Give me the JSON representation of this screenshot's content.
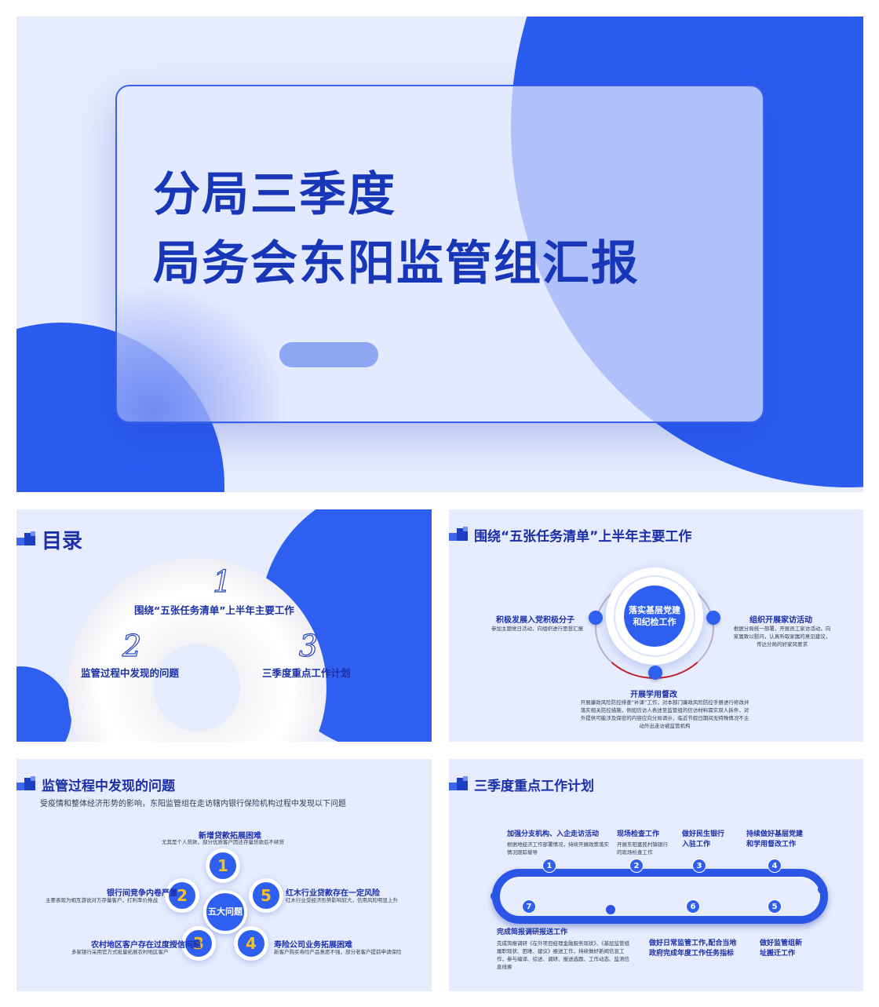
{
  "slide1": {
    "title_line1": "分局三季度",
    "title_line2": "局务会东阳监管组汇报"
  },
  "toc": {
    "header": "目录",
    "items": [
      {
        "num": "1",
        "label": "围绕“五张任务清单”上半年主要工作"
      },
      {
        "num": "2",
        "label": "监管过程中发现的问题"
      },
      {
        "num": "3",
        "label": "三季度重点工作计划"
      }
    ]
  },
  "work": {
    "header": "围绕“五张任务清单”上半年主要工作",
    "center": "落实基层党建和纪检工作",
    "left_title": "积极发展入党积极分子",
    "left_body": "参加主题党日活动，向组织进行思想汇报",
    "right_title": "组织开展家访活动",
    "right_body": "根据分局统一部署，开展员工家访活动，向家属致以慰问，认真听取家属的意见建议，传达分局的好家风要求",
    "bottom_title": "开展学用督改",
    "bottom_body": "开展廉政风险防控排查“补课”工作，对本部门廉政风险防控手册进行修改并落实相关防控措施，例如信访人表述至监管组的信访材料需实双人拆件，对外提供可能涉及保密的内容应向分局请示，临近节假日期间无特殊情况不主动外出走访被监管机构"
  },
  "problems": {
    "header": "监管过程中发现的问题",
    "subtitle": "受疫情和整体经济形势的影响，东阳监管组在走访辖内银行保险机构过程中发现以下问题",
    "center": "五大问题",
    "items": [
      {
        "num": "1",
        "title": "新增贷款拓展困难",
        "body": "尤其是个人贷款，部分优质客户因还存量贷款后不续贷"
      },
      {
        "num": "2",
        "title": "银行间竞争内卷严重",
        "body": "主要表现为相互游说对方存量客户，打利率价格战"
      },
      {
        "num": "3",
        "title": "农村地区客户存在过度授信问题",
        "body": "多家银行采用官方式批量拓展农村地区客户"
      },
      {
        "num": "4",
        "title": "寿险公司业务拓展困难",
        "body": "新客户购买寿险产品意愿不强，部分老客户提前申请保险"
      },
      {
        "num": "5",
        "title": "红木行业贷款存在一定风险",
        "body": "红木行业受经济形势影响较大，信用风险明显上升"
      }
    ]
  },
  "plan": {
    "header": "三季度重点工作计划",
    "items": [
      {
        "num": "1",
        "title": "加强分支机构、入企走访活动",
        "body": "根据地经济工作部署情况，持续开展政策落实情况跟踪督导"
      },
      {
        "num": "2",
        "title": "现场检查工作",
        "body": "开展东阳富民村镇银行的现场检查工作"
      },
      {
        "num": "3",
        "title": "做好民生银行入驻工作",
        "body": ""
      },
      {
        "num": "4",
        "title": "持续做好基层党建和学用督改工作",
        "body": ""
      },
      {
        "num": "5",
        "title": "做好监管组新址搬迁工作",
        "body": ""
      },
      {
        "num": "6",
        "title": "做好日常监管工作,配合当地政府完成年度工作任务指标",
        "body": ""
      },
      {
        "num": "7",
        "title": "完成简报调研报送工作",
        "body": "完成简报调研《在外项目经理金融服务现状》、《基层监管组履职现状、困难、建议》报送工作，持续做好新闻信息工作，参与编译、综述、调研、报送选题、工作动态、监测信息线索"
      }
    ]
  },
  "colors": {
    "brand_blue": "#2f5ff0",
    "title_blue": "#1737b8",
    "background": "#e6ecfd",
    "accent_gold": "#f3c02a",
    "accent_red": "#c2212c"
  }
}
